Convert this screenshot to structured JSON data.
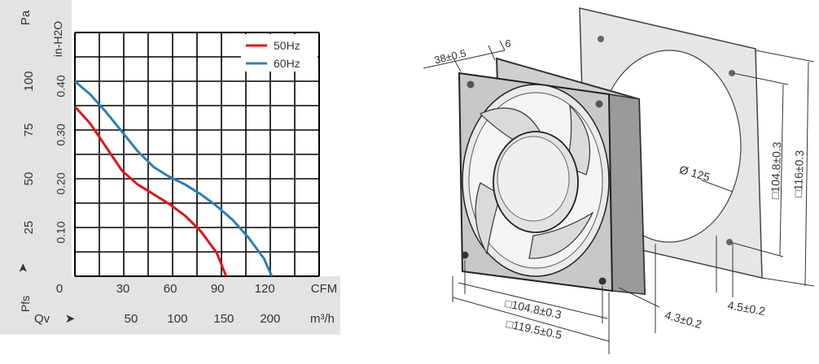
{
  "chart_data": {
    "type": "line",
    "x_unit": "CFM",
    "x_ticks": [
      0,
      30,
      60,
      90,
      120
    ],
    "xlim": [
      0,
      155
    ],
    "secondary_x_unit": "m³/h",
    "secondary_x_symbol": "Qv",
    "secondary_x_ticks": [
      50,
      100,
      150,
      200
    ],
    "y_unit_left": "Pa",
    "y_ticks_left": [
      25,
      50,
      75,
      100
    ],
    "y_symbol": "Pfs",
    "y_unit_right": "in-H2O",
    "y_ticks_right": [
      "0.10",
      "0.20",
      "0.30",
      "0.40"
    ],
    "ylim_pa": [
      0,
      125
    ],
    "grid": true,
    "legend_placement": "top-right",
    "series": [
      {
        "name": "50Hz",
        "color": "#d7191c",
        "x": [
          0,
          10,
          20,
          30,
          40,
          50,
          60,
          70,
          80,
          90,
          96
        ],
        "y": [
          87,
          78,
          66,
          54,
          47,
          42,
          37,
          31,
          23,
          12,
          0
        ]
      },
      {
        "name": "60Hz",
        "color": "#2c7fb8",
        "x": [
          0,
          10,
          20,
          30,
          40,
          50,
          60,
          70,
          80,
          90,
          100,
          110,
          120,
          125
        ],
        "y": [
          100,
          93,
          84,
          74,
          64,
          56,
          51,
          47,
          42,
          36,
          29,
          20,
          9,
          0
        ]
      }
    ]
  },
  "drawing": {
    "dim_depth": "38±0.5",
    "dim_flange": "6",
    "dim_hole_spacing": "□104.8±0.3",
    "dim_outline": "□119.5±0.5",
    "dim_diameter": "Ø 125",
    "dim_cutout_spacing": "□104.8±0.3",
    "dim_cutout_outline": "□116±0.3",
    "dim_hole_a": "4.3±0.2",
    "dim_hole_b": "4.5±0.2"
  }
}
